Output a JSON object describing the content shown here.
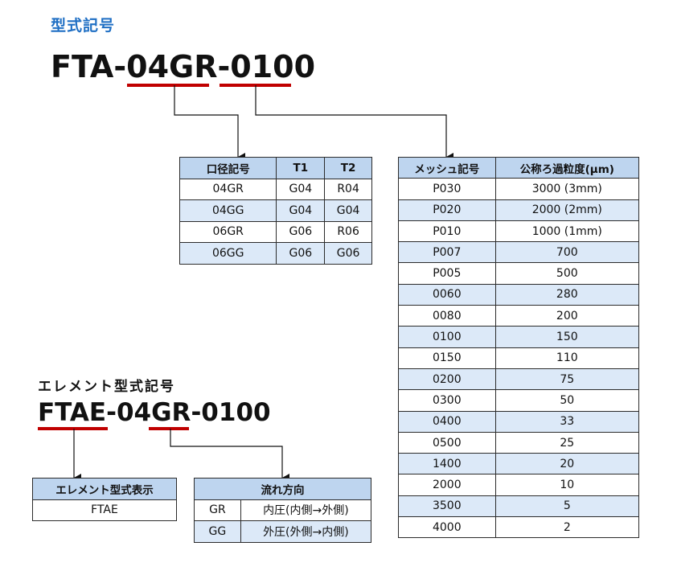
{
  "section1": {
    "title": "型式記号",
    "model": {
      "p1": "FTA",
      "p2": "-",
      "p3": "04GR",
      "p4": "-",
      "p5": "0100"
    }
  },
  "section2": {
    "title": "エレメント型式記号",
    "model": {
      "p1": "FTAE",
      "p2": "-04",
      "p3": "GR",
      "p4": "-0100"
    }
  },
  "colors": {
    "title": "#1f6fc4",
    "underline": "#c00000",
    "header_bg": "#bed5ef",
    "alt_row_bg": "#dce9f8"
  },
  "port_table": {
    "headers": [
      "口径記号",
      "T1",
      "T2"
    ],
    "rows": [
      [
        "04GR",
        "G04",
        "R04"
      ],
      [
        "04GG",
        "G04",
        "G04"
      ],
      [
        "06GR",
        "G06",
        "R06"
      ],
      [
        "06GG",
        "G06",
        "G06"
      ]
    ]
  },
  "mesh_table": {
    "headers": [
      "メッシュ記号",
      "公称ろ過粒度(μm)"
    ],
    "rows": [
      [
        "P030",
        "3000 (3mm)"
      ],
      [
        "P020",
        "2000 (2mm)"
      ],
      [
        "P010",
        "1000 (1mm)"
      ],
      [
        "P007",
        "700"
      ],
      [
        "P005",
        "500"
      ],
      [
        "0060",
        "280"
      ],
      [
        "0080",
        "200"
      ],
      [
        "0100",
        "150"
      ],
      [
        "0150",
        "110"
      ],
      [
        "0200",
        "75"
      ],
      [
        "0300",
        "50"
      ],
      [
        "0400",
        "33"
      ],
      [
        "0500",
        "25"
      ],
      [
        "1400",
        "20"
      ],
      [
        "2000",
        "10"
      ],
      [
        "3500",
        "5"
      ],
      [
        "4000",
        "2"
      ]
    ]
  },
  "element_table": {
    "header": "エレメント型式表示",
    "value": "FTAE"
  },
  "flow_table": {
    "header": "流れ方向",
    "rows": [
      [
        "GR",
        "内圧(内側→外側)"
      ],
      [
        "GG",
        "外圧(外側→内側)"
      ]
    ]
  }
}
